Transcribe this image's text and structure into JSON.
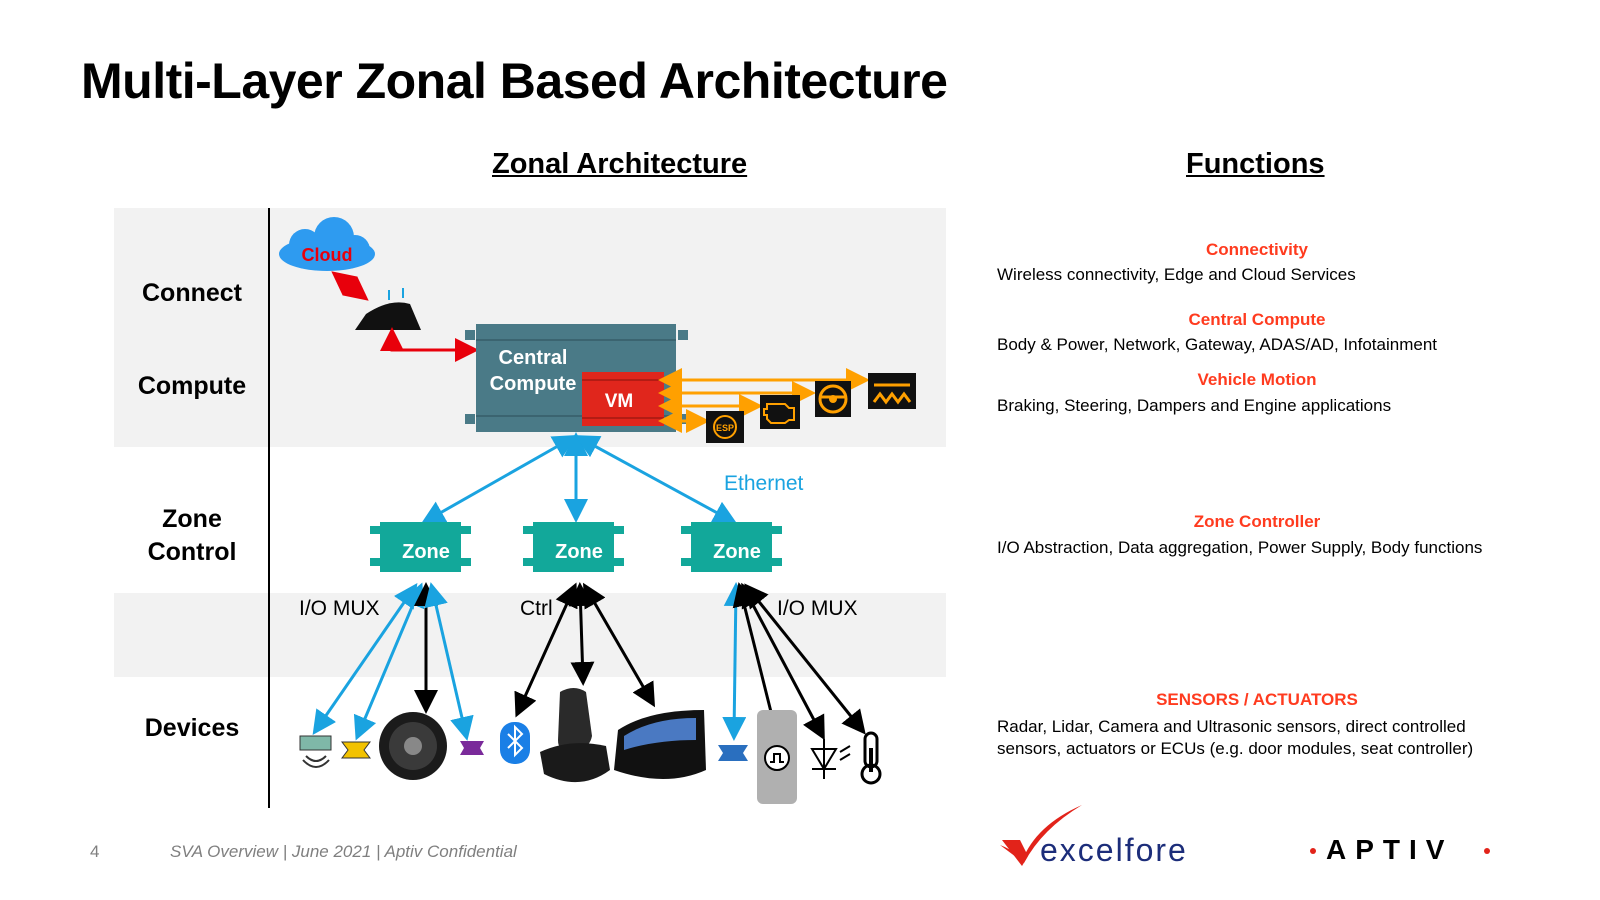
{
  "title": "Multi-Layer Zonal Based Architecture",
  "headers": {
    "left": "Zonal Architecture",
    "right": "Functions"
  },
  "layers": [
    "Connect",
    "Compute",
    "Zone Control",
    "Devices"
  ],
  "diagram": {
    "cloud": "Cloud",
    "central_compute": "Central Compute",
    "vm": "VM",
    "zone": "Zone",
    "ethernet": "Ethernet",
    "links": [
      "I/O MUX",
      "Ctrl",
      "I/O MUX"
    ],
    "esp": "ESP"
  },
  "functions": [
    {
      "title": "Connectivity",
      "desc": [
        "Wireless connectivity, Edge and Cloud Services"
      ]
    },
    {
      "title": "Central Compute",
      "desc": [
        "Body & Power, Network, Gateway, ADAS/AD, Infotainment"
      ]
    },
    {
      "title": "Vehicle Motion",
      "desc": [
        "Braking, Steering, Dampers and Engine applications"
      ]
    },
    {
      "title": "Zone Controller",
      "desc": [
        "I/O Abstraction, Data aggregation, Power Supply, Body functions"
      ]
    },
    {
      "title": "SENSORS / ACTUATORS",
      "desc": [
        "Radar, Lidar, Camera and Ultrasonic sensors, direct controlled",
        "sensors, actuators or ECUs (e.g. door modules, seat controller)"
      ]
    }
  ],
  "footer": {
    "page": "4",
    "text": "SVA Overview | June 2021 | Aptiv Confidential"
  },
  "logos": {
    "excelfore": "excelfore",
    "aptiv": "APTIV"
  },
  "colors": {
    "red_arrow": "#e8000b",
    "orange_arrow": "#ffa000",
    "blue_arrow": "#1aa3e0",
    "zone": "#12a89a",
    "central": "#4a7a87",
    "vm": "#e0261c",
    "function_title": "#ff3b1f"
  }
}
